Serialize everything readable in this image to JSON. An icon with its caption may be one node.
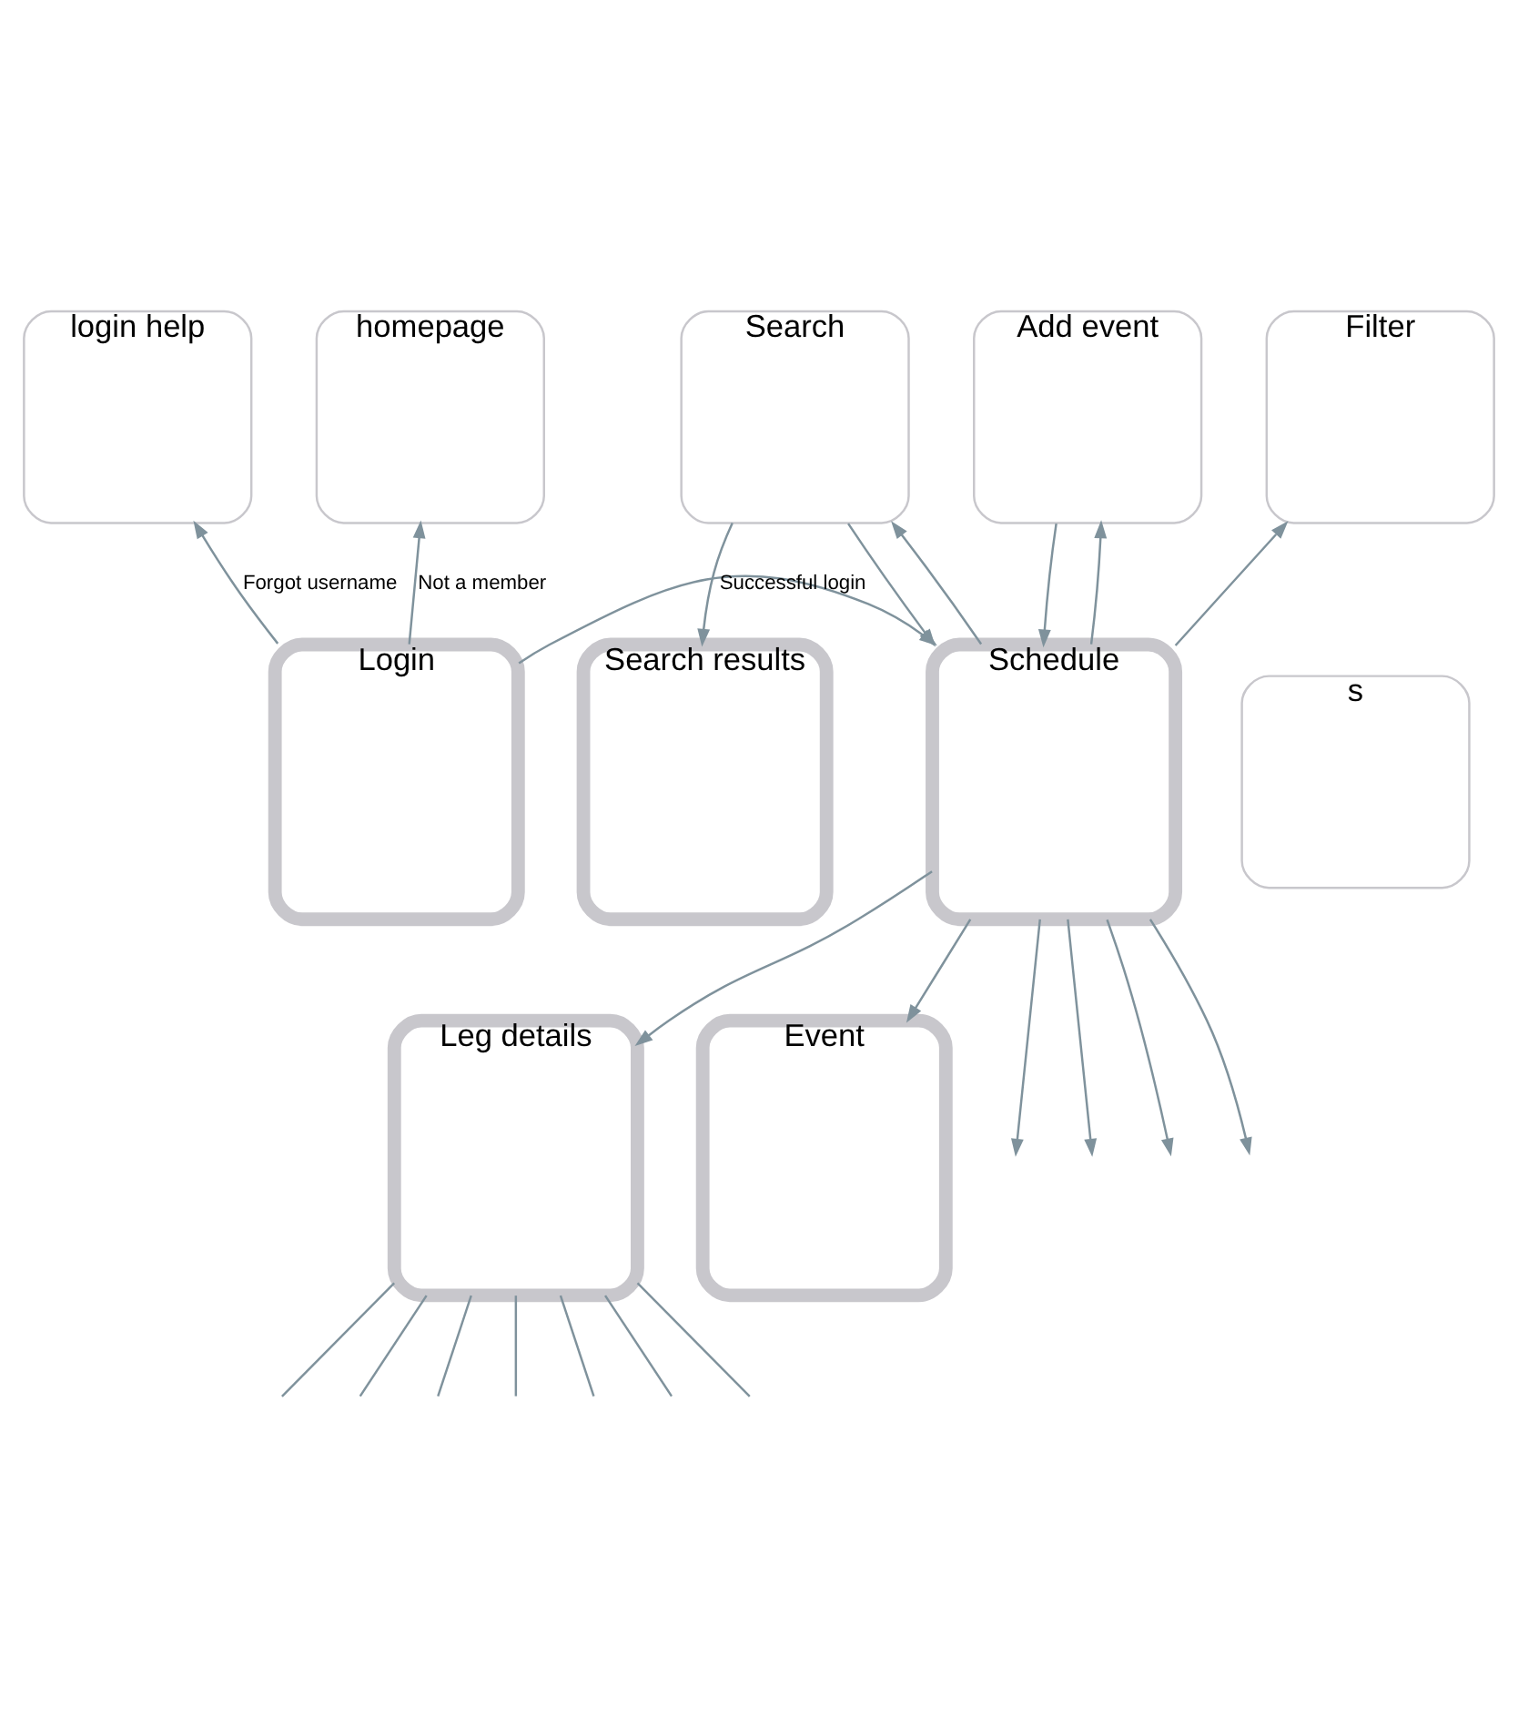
{
  "diagram": {
    "nodes": [
      {
        "text": [
          "login help"
        ]
      },
      {
        "text": [
          "homepage"
        ]
      },
      {
        "text": [
          "Search results"
        ]
      },
      {
        "text": [
          "Search"
        ]
      },
      {
        "text": [
          "Filter"
        ]
      },
      {
        "text": [
          "Add event"
        ]
      },
      {
        "text": [
          "Login"
        ]
      },
      {
        "text": [
          "Schedule"
        ]
      },
      {
        "text": [
          "Leg details"
        ]
      },
      {
        "text": [
          "Event"
        ]
      },
      {
        "text": [
          "s"
        ]
      }
    ],
    "edges": [
      {
        "from": 6,
        "to": 0,
        "arrow": "to",
        "label": "Forgot username"
      },
      {
        "from": 6,
        "to": 1,
        "arrow": "to",
        "label": "Not a member"
      },
      {
        "from": 3,
        "to": 2,
        "arrow": "to"
      },
      {
        "from": 6,
        "to": 7,
        "arrow": "to",
        "label": "Successful login"
      },
      {
        "from": 3,
        "to": 7,
        "arrow": "to"
      },
      {
        "from": 5,
        "to": 7,
        "arrow": "to"
      },
      {
        "from": 7,
        "to": 3,
        "arrow": "to"
      },
      {
        "from": 7,
        "to": 4,
        "arrow": "to"
      },
      {
        "from": 7,
        "to": 5,
        "arrow": "to"
      },
      {
        "from": 7,
        "to": 8,
        "arrow": "to"
      },
      {
        "from": 7,
        "to": 9,
        "arrow": "to"
      },
      {
        "from": 7,
        "to": null,
        "arrow": "to"
      },
      {
        "from": 7,
        "to": null,
        "arrow": "to"
      },
      {
        "from": 7,
        "to": null,
        "arrow": "to"
      },
      {
        "from": 7,
        "to": null,
        "arrow": "to"
      },
      {
        "from": 8,
        "to": null,
        "arrow": "none"
      },
      {
        "from": 8,
        "to": null,
        "arrow": "none"
      },
      {
        "from": 8,
        "to": null,
        "arrow": "none"
      },
      {
        "from": 8,
        "to": null,
        "arrow": "none"
      },
      {
        "from": 8,
        "to": null,
        "arrow": "none"
      },
      {
        "from": 8,
        "to": null,
        "arrow": "none"
      },
      {
        "from": 8,
        "to": null,
        "arrow": "none"
      }
    ]
  }
}
